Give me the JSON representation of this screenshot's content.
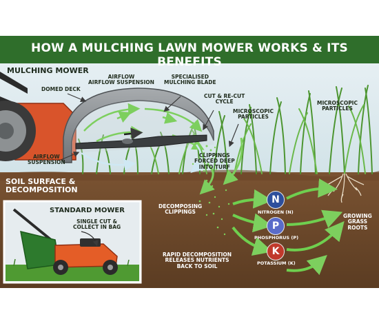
{
  "title": "HOW A MULCHING LAWN MOWER WORKS & ITS BENEFITS",
  "colors": {
    "title_bar": "#2f6e2b",
    "sky": "#dbe8ee",
    "soil": "#6d4a2c",
    "grass": "#4f9a32",
    "mower_body": "#d9542b",
    "deck": "#8c9093",
    "airflow_arrow": "#8fd17a",
    "nutrient_arrow": "#6fcf4f",
    "nitrogen": "#2d4f9c",
    "phosphorus": "#5a6cc9",
    "potassium": "#c0392b"
  },
  "sections": {
    "mulching_mower": "MULCHING MOWER",
    "soil_surface": [
      "SOIL SURFACE &",
      "DECOMPOSITION"
    ],
    "standard_mower": "STANDARD MOWER"
  },
  "labels": {
    "domed_deck": "DOMED DECK",
    "airflow_top": [
      "AIRFLOW",
      "AIRFLOW SUSPENSION"
    ],
    "specialised_blade": [
      "SPECIALISED",
      "MULCHING BLADE"
    ],
    "cut_recut": [
      "CUT & RE-CUT",
      "CYCLE"
    ],
    "microscopic_left": [
      "MICROSCOPIC",
      "PARTICLES"
    ],
    "microscopic_right": [
      "MICROSCOPIC",
      "PARTICLES"
    ],
    "airflow_suspension": [
      "AIRFLOW",
      "SUSPENSION"
    ],
    "clippings_forced": [
      "CLIPPINGS",
      "FORCED DEEP",
      "INTO TURF"
    ],
    "decomposing": [
      "DECOMPOSING",
      "CLIPPINGS"
    ],
    "rapid_decomposition": [
      "RAPID DECOMPOSITION",
      "RELEASES NUTRIENTS",
      "BACK TO SOIL"
    ],
    "growing_roots": [
      "GROWING",
      "GRASS",
      "ROOTS"
    ],
    "single_cut": [
      "SINGLE CUT &",
      "COLLECT IN BAG"
    ]
  },
  "nutrients": [
    {
      "symbol": "N",
      "label": "NITROGEN (N)"
    },
    {
      "symbol": "P",
      "label": "PHOSPHORUS (P)"
    },
    {
      "symbol": "K",
      "label": "POTASSIUM (K)"
    }
  ]
}
